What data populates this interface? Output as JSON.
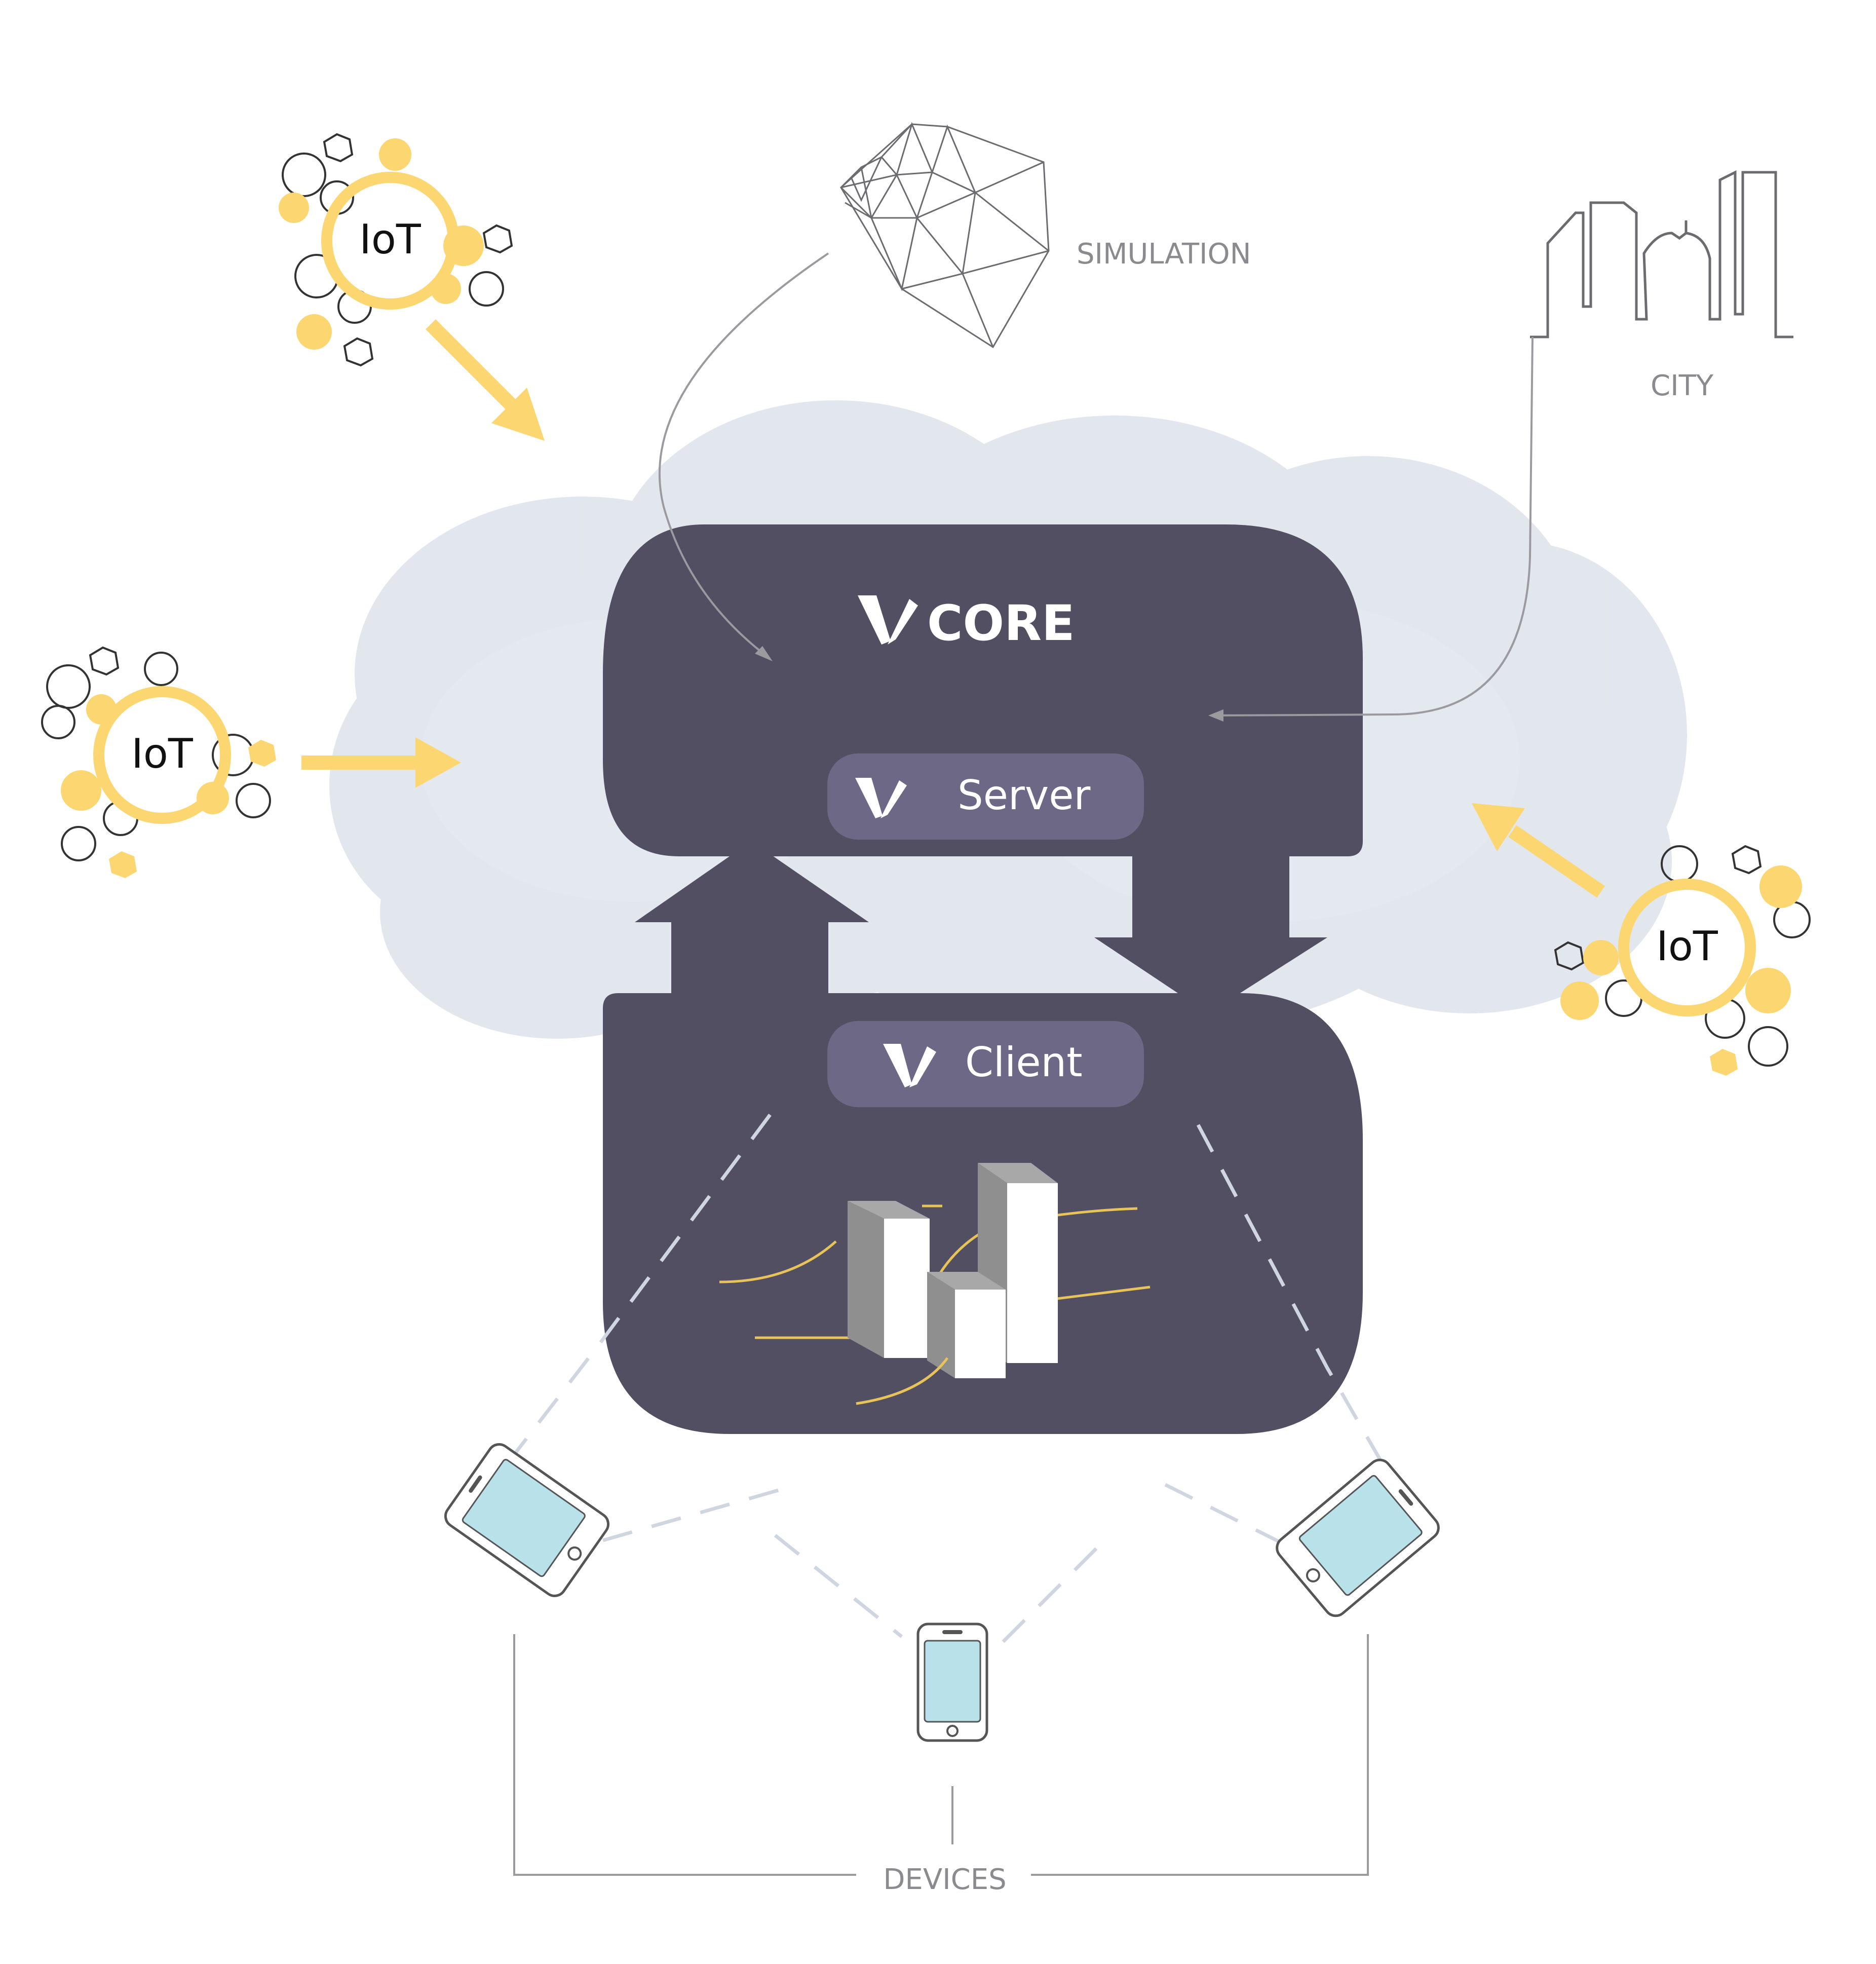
{
  "labels": {
    "simulation": "SIMULATION",
    "city": "CITY",
    "devices": "DEVICES",
    "core": "CORE",
    "server": "Server",
    "client": "Client"
  },
  "iot_nodes": [
    {
      "label": "IoT"
    },
    {
      "label": "IoT"
    },
    {
      "label": "IoT"
    }
  ],
  "colors": {
    "cloud": "#dde3ec",
    "core_body": "#524f63",
    "pill": "#6c6886",
    "iot_yellow": "#fcd671",
    "device_screen": "#b9e1ea",
    "dashed_line": "#d0d6e0",
    "thin_line": "#9a9a9f"
  }
}
